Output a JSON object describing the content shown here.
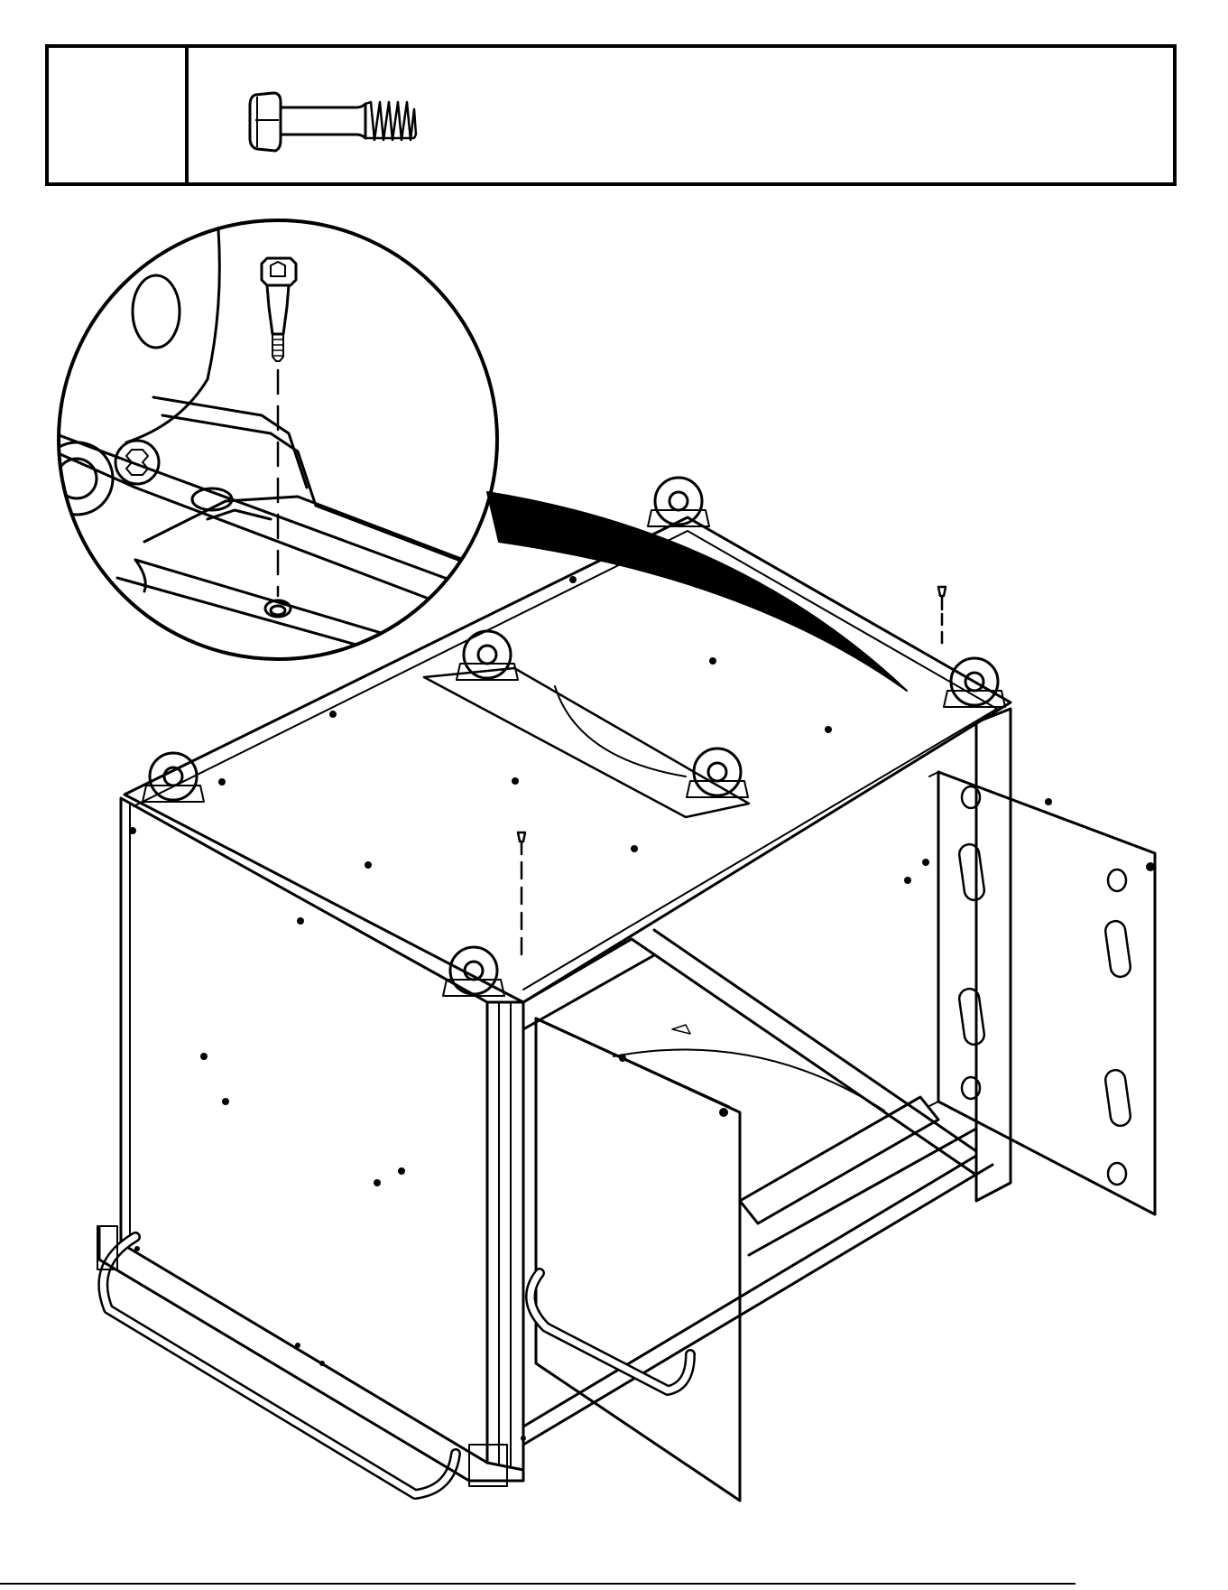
{
  "document": {
    "type": "assembly-instruction-page",
    "step_number": "",
    "parts": [
      {
        "icon": "shoulder-bolt-icon",
        "label": "",
        "quantity": ""
      }
    ],
    "illustration": {
      "subject": "cabinet-upside-down-with-caster-wheels",
      "callout": "magnified-bolt-insertion-detail"
    },
    "colors": {
      "ink": "#000000",
      "paper": "#ffffff"
    }
  }
}
